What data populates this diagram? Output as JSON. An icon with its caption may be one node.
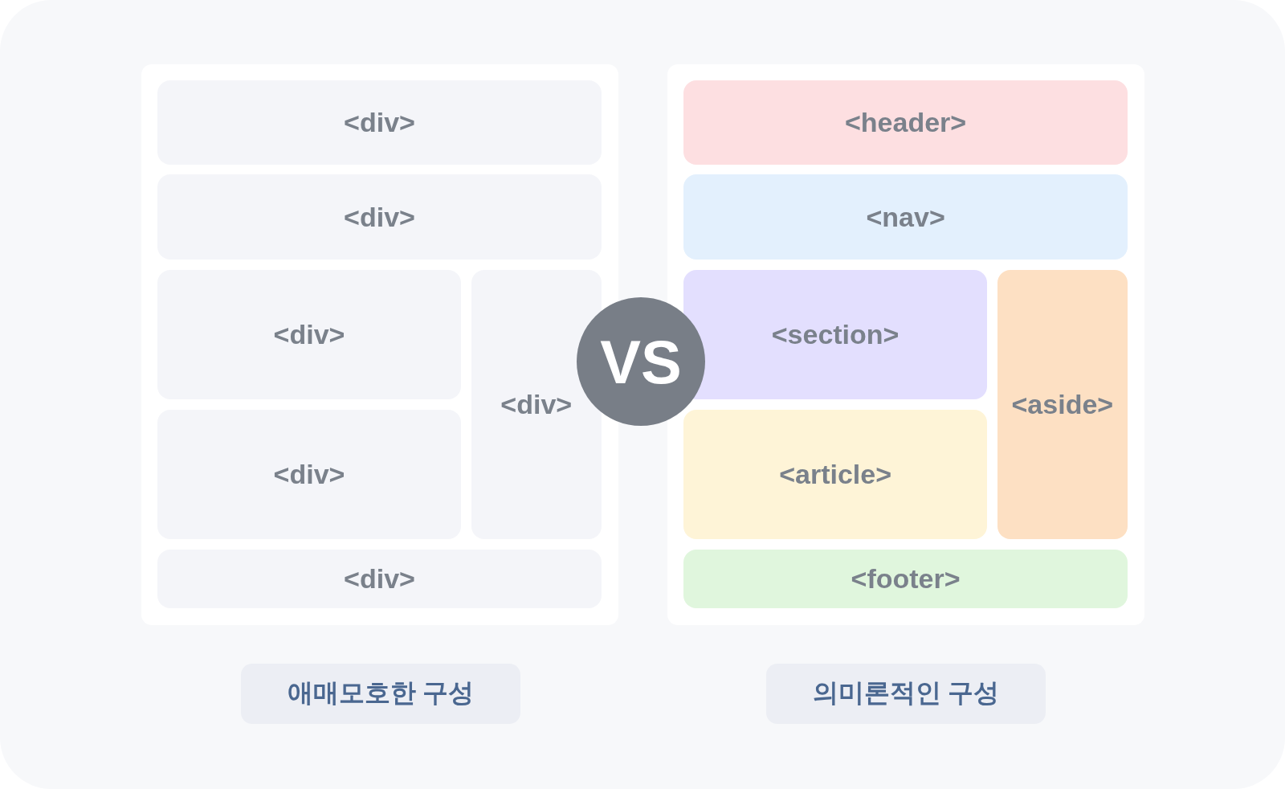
{
  "diagram": {
    "nodes": [
      {
        "text": [],
        "shape": "box"
      },
      {
        "text": [
          "<div>"
        ],
        "in": 0
      },
      {
        "text": [
          "<div>"
        ],
        "in": 0
      },
      {
        "text": [
          "<div>"
        ],
        "in": 0
      },
      {
        "text": [
          "<div>"
        ],
        "in": 0
      },
      {
        "text": [
          "<div>"
        ],
        "in": 0
      },
      {
        "text": [
          "<div>"
        ],
        "in": 0
      },
      {
        "text": [],
        "shape": "box"
      },
      {
        "text": [
          "<header>"
        ],
        "in": 7
      },
      {
        "text": [
          "<nav>"
        ],
        "in": 7
      },
      {
        "text": [
          "<section>"
        ],
        "in": 7
      },
      {
        "text": [
          "<aside>"
        ],
        "in": 7
      },
      {
        "text": [
          "<article>"
        ],
        "in": 7
      },
      {
        "text": [
          "<footer>"
        ],
        "in": 7
      },
      {
        "text": [
          "VS"
        ]
      },
      {
        "text": [
          "애매모호한 구성"
        ]
      },
      {
        "text": [
          "의미론적인 구성"
        ]
      }
    ]
  }
}
